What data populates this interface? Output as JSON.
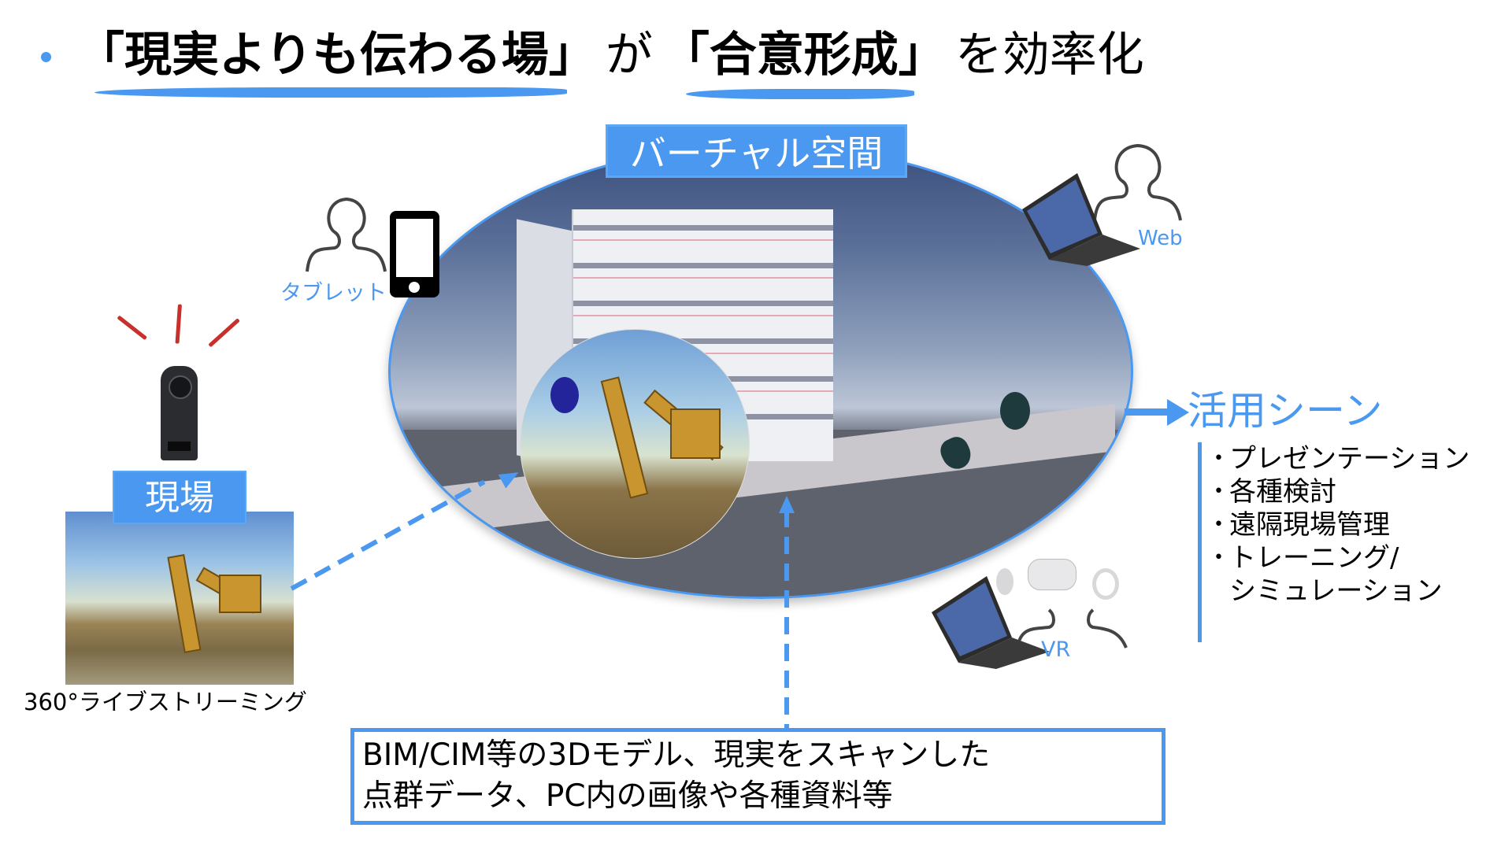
{
  "title": {
    "bullet_color": "#4a98f0",
    "part1": "「現実よりも伝わる場」",
    "part2": "が",
    "part3": "「合意形成」",
    "part4": "を効率化"
  },
  "virtual_space": {
    "label": "バーチャル空間",
    "label_bg": "#4a98f0"
  },
  "site": {
    "label": "現場",
    "caption": "360°ライブストリーミング"
  },
  "devices": {
    "tablet_label": "タブレット",
    "web_label": "Web",
    "vr_label": "VR"
  },
  "usage": {
    "title": "活用シーン",
    "items": [
      {
        "line1": "プレゼンテーション",
        "line2": ""
      },
      {
        "line1": "各種検討",
        "line2": ""
      },
      {
        "line1": "遠隔現場管理",
        "line2": ""
      },
      {
        "line1": "トレーニング/",
        "line2": "シミュレーション"
      }
    ]
  },
  "data_sources": {
    "line1": "BIM/CIM等の3Dモデル、現実をスキャンした",
    "line2": "点群データ、PC内の画像や各種資料等"
  },
  "colors": {
    "accent": "#4a98f0",
    "ray": "#c8312b"
  }
}
